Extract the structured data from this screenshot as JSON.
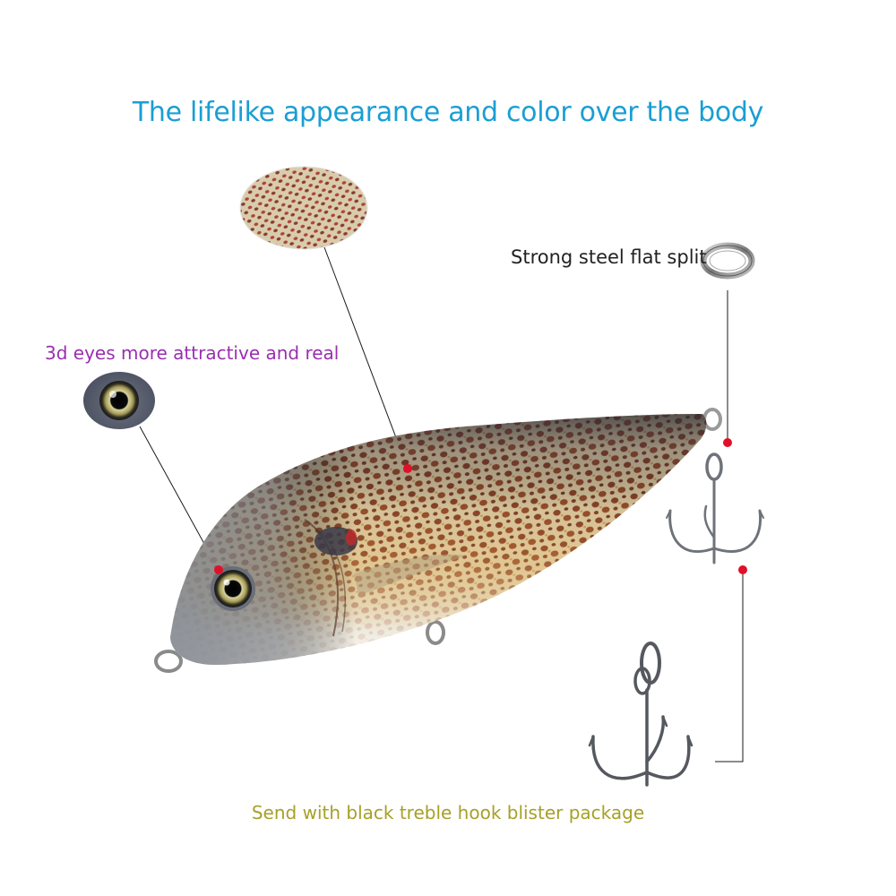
{
  "captions": {
    "title": "The lifelike appearance and color over the body",
    "eyes": "3d eyes more attractive and real",
    "split_ring": "Strong steel flat split",
    "package": "Send with black treble hook blister package"
  },
  "colors": {
    "title": "#1a9ed4",
    "eyes": "#9a2fb0",
    "split_ring": "#222222",
    "package": "#a7a028",
    "callout_dot": "#e0102a",
    "callout_line": "#1a1a1a"
  },
  "icons": [
    "split-ring-icon",
    "eye-closeup-icon",
    "skin-pattern-closeup-icon",
    "treble-hook-icon"
  ]
}
